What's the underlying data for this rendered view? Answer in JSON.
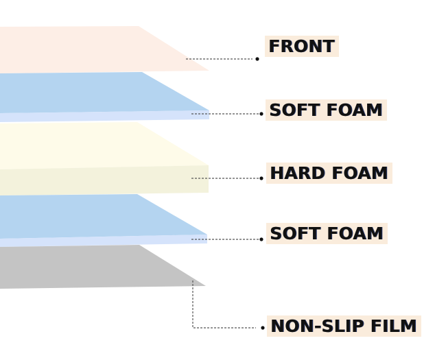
{
  "diagram": {
    "description": "Exploded layer stack of a mat",
    "layers": [
      {
        "name": "front",
        "label": "FRONT",
        "top_color": "#fdeee6",
        "side_color": "#fdeee6"
      },
      {
        "name": "soft-foam-1",
        "label": "SOFT FOAM",
        "top_color": "#b4d4f0",
        "side_color": "#d5e3fb"
      },
      {
        "name": "hard-foam",
        "label": "HARD FOAM",
        "top_color": "#fefbe9",
        "side_color": "#f3f2dc"
      },
      {
        "name": "soft-foam-2",
        "label": "SOFT FOAM",
        "top_color": "#b4d4f0",
        "side_color": "#d5e3fb"
      },
      {
        "name": "non-slip-film",
        "label": "NON-SLIP FILM",
        "top_color": "#c4c4c4",
        "side_color": "#c4c4c4"
      }
    ],
    "label_background": "#faecdc",
    "leader_line_color": "#555555",
    "dot_color": "#111111"
  }
}
